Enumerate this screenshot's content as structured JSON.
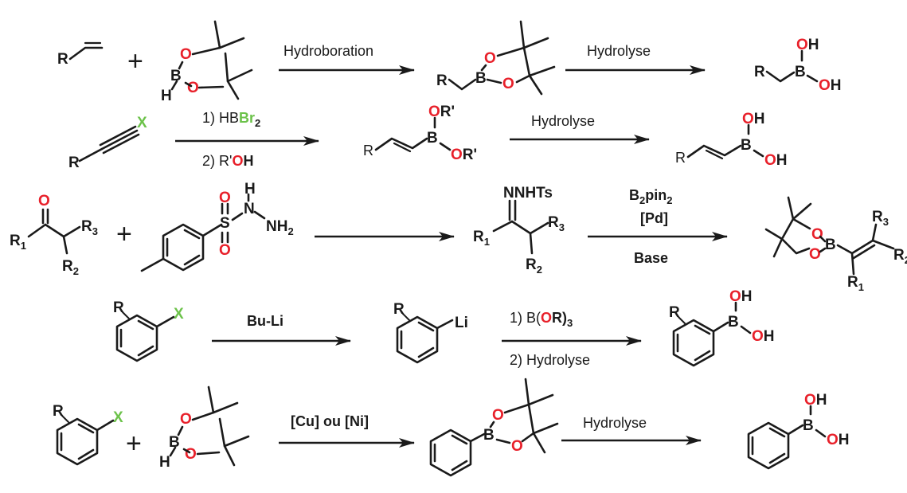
{
  "colors": {
    "ink": "#1a1a1a",
    "oxygen": "#e8202a",
    "halogen": "#6cc24a",
    "background": "#ffffff"
  },
  "atoms": {
    "R": "R",
    "B": "B",
    "O": "O",
    "H": "H",
    "OH": "OH",
    "X": "X",
    "Li": "Li",
    "R1": "R",
    "R2": "R",
    "R3": "R",
    "sub1": "1",
    "sub2": "2",
    "sub3": "3",
    "S": "S",
    "N": "N",
    "NH2": "NH",
    "NNHTs": "NNHTs",
    "ORprime": "R'",
    "plus": "+"
  },
  "reactions": [
    {
      "id": "hydroboration",
      "step1_label": "Hydroboration",
      "step2_label": "Hydrolyse"
    },
    {
      "id": "alkyne",
      "step1_reagent_1": "1) HB",
      "step1_reagent_1_br": "Br",
      "step1_reagent_1_sub": "2",
      "step1_reagent_2": "2) R'",
      "step1_reagent_2_o": "O",
      "step1_reagent_2_h": "H",
      "step2_label": "Hydrolyse"
    },
    {
      "id": "shapiro",
      "reagent_b2pin2": "B",
      "reagent_b2pin2_sub1": "2",
      "reagent_b2pin2_mid": "pin",
      "reagent_b2pin2_sub2": "2",
      "reagent_cat": "[Pd]",
      "reagent_base": "Base"
    },
    {
      "id": "lithiation",
      "step1_label": "Bu-Li",
      "step2_reagent_1": "1) B(",
      "step2_reagent_1_o": "O",
      "step2_reagent_1_end": "R)",
      "step2_reagent_1_sub": "3",
      "step2_reagent_2": "2) Hydrolyse"
    },
    {
      "id": "miyaura",
      "step1_label": "[Cu] ou [Ni]",
      "step2_label": "Hydrolyse"
    }
  ]
}
